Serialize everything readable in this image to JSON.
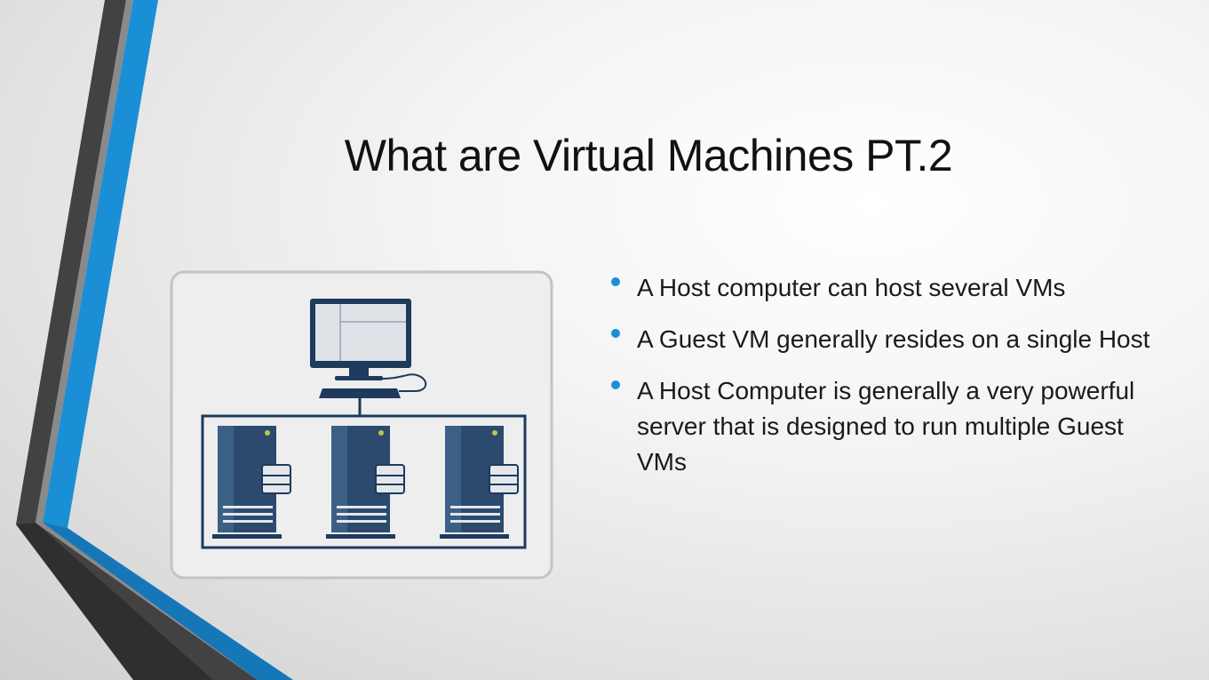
{
  "slide": {
    "title": "What are Virtual Machines PT.2",
    "bullets": [
      "A Host computer can host several VMs",
      "A Guest VM generally resides on a single Host",
      "A Host Computer is generally a very powerful server that is designed to run multiple Guest VMs"
    ],
    "illustration_icon": "host-computer-with-three-servers-icon"
  },
  "colors": {
    "accent_blue": "#1a8fd6",
    "stripe_dark": "#3d3d3d",
    "server_navy": "#1e3a5c",
    "bullet_color": "#1a8fd6"
  }
}
